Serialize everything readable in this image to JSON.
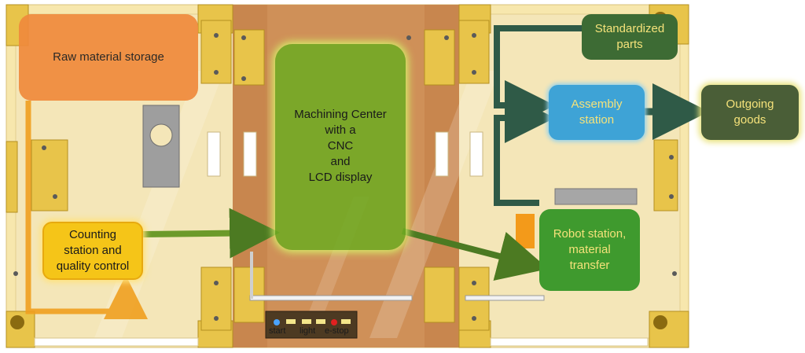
{
  "colors": {
    "raw": "#f08a3c",
    "counting": "#f5c518",
    "machining": "#6faa22",
    "standardized": "#3d6b34",
    "assembly": "#3ea3d6",
    "outgoing": "#4a5e37",
    "robot": "#3f9a2e",
    "copper": "#c8864e",
    "board": "#f7e7ad"
  },
  "nodes": {
    "raw_material": "Raw material storage",
    "counting": "Counting\nstation and\nquality control",
    "machining": "Machining Center\nwith a\nCNC\nand\nLCD display",
    "standardized": "Standardized\nparts",
    "assembly": "Assembly\nstation",
    "outgoing": "Outgoing\ngoods",
    "robot": "Robot station,\nmaterial\ntransfer"
  },
  "panel": {
    "start": "start",
    "light": "light",
    "estop": "e-stop"
  }
}
